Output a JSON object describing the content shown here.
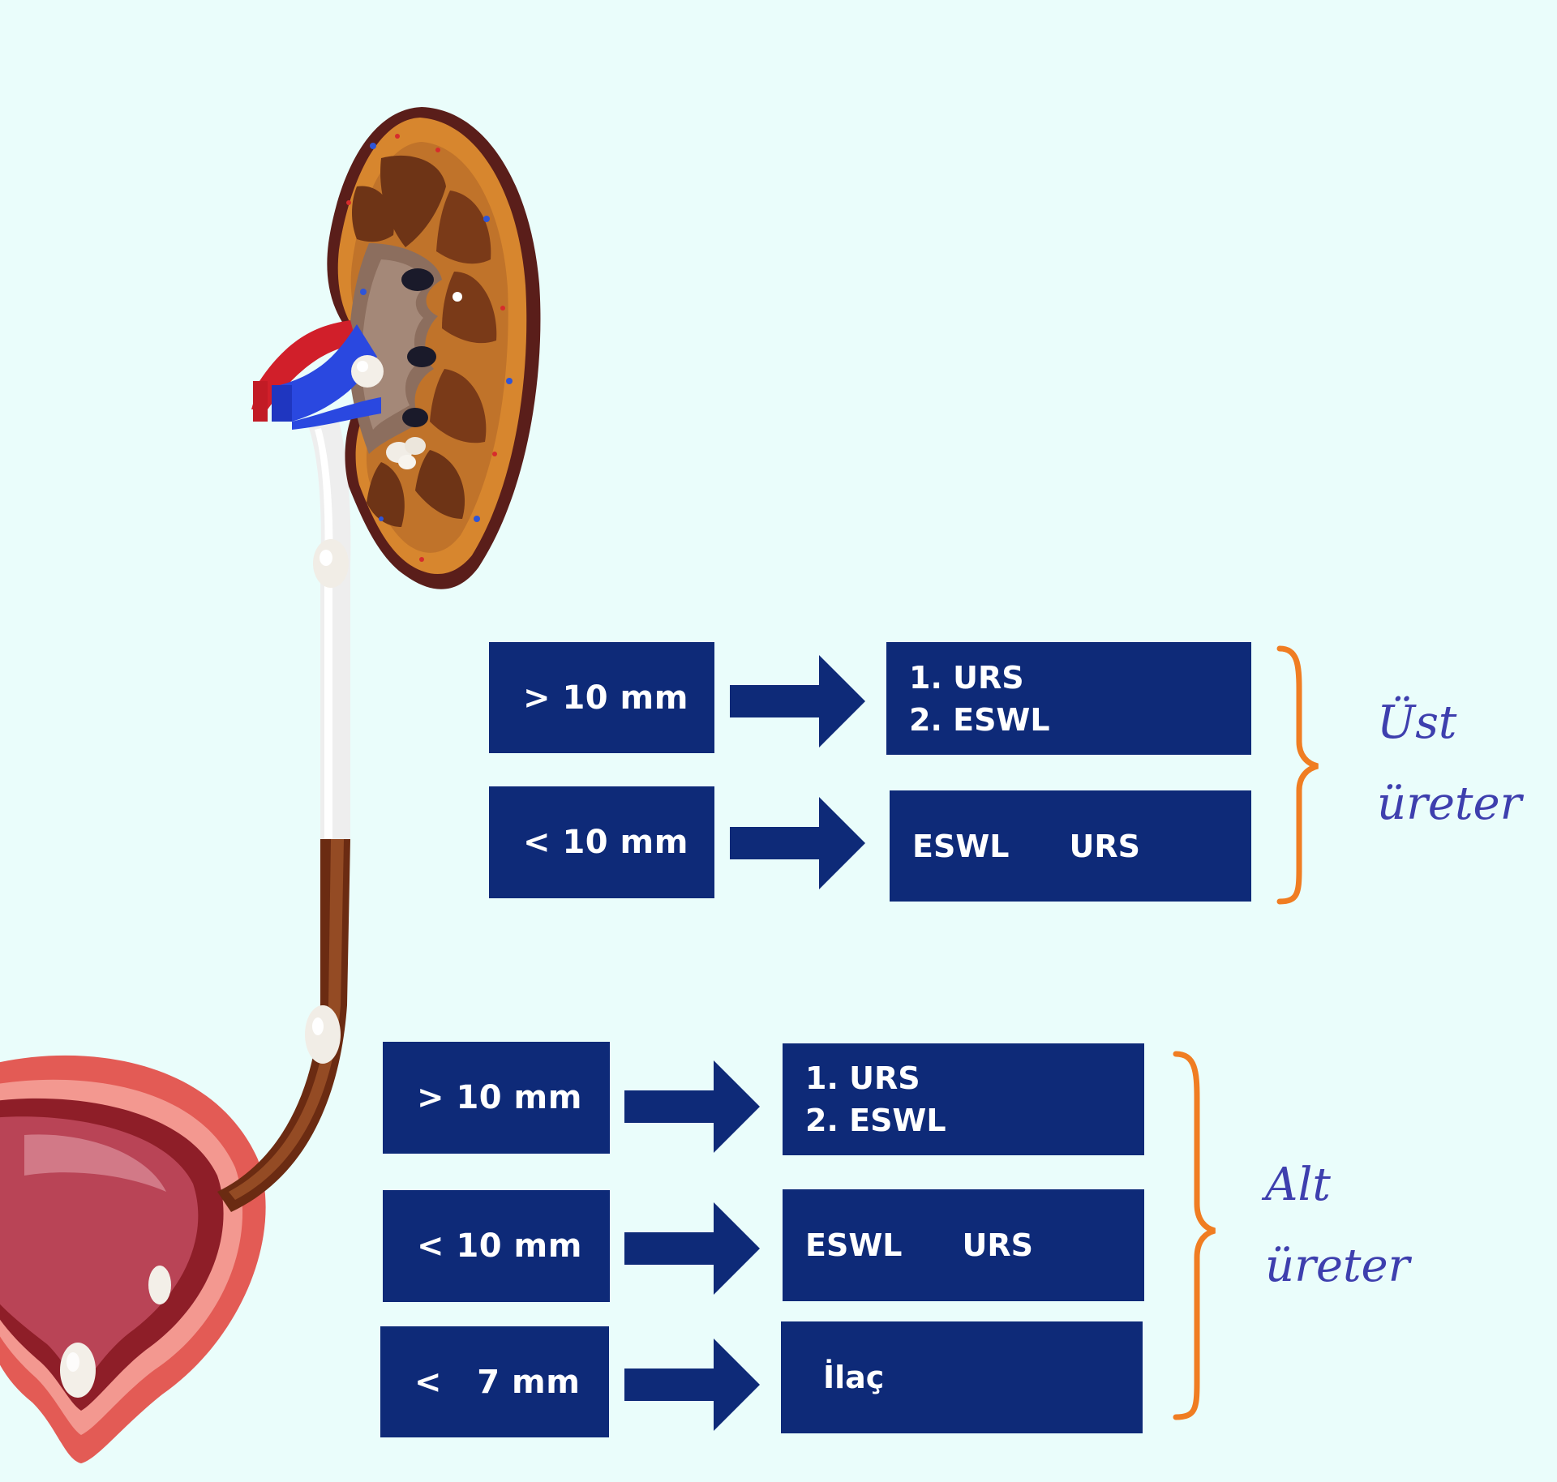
{
  "colors": {
    "background": "#eafdfb",
    "box": "#0e2a78",
    "arrow": "#0e2a78",
    "brace": "#f07d22",
    "label": "#3e3fae"
  },
  "icons": {
    "anatomy": "kidney-ureter-bladder-illustration",
    "arrow": "right-arrow-icon",
    "brace": "right-curly-brace"
  },
  "upper": {
    "label_line1": "Üst",
    "label_line2": "üreter",
    "rows": [
      {
        "size": "> 10 mm",
        "treatment_lines": [
          "1. URS",
          "2. ESWL"
        ]
      },
      {
        "size": "< 10 mm",
        "treatment_options": [
          "ESWL",
          "URS"
        ]
      }
    ]
  },
  "lower": {
    "label_line1": "Alt",
    "label_line2": "üreter",
    "rows": [
      {
        "size": "> 10 mm",
        "treatment_lines": [
          "1. URS",
          "2. ESWL"
        ]
      },
      {
        "size": "< 10 mm",
        "treatment_options": [
          "ESWL",
          "URS"
        ]
      },
      {
        "size": "<   7 mm",
        "treatment_lines": [
          "İlaç"
        ]
      }
    ]
  }
}
